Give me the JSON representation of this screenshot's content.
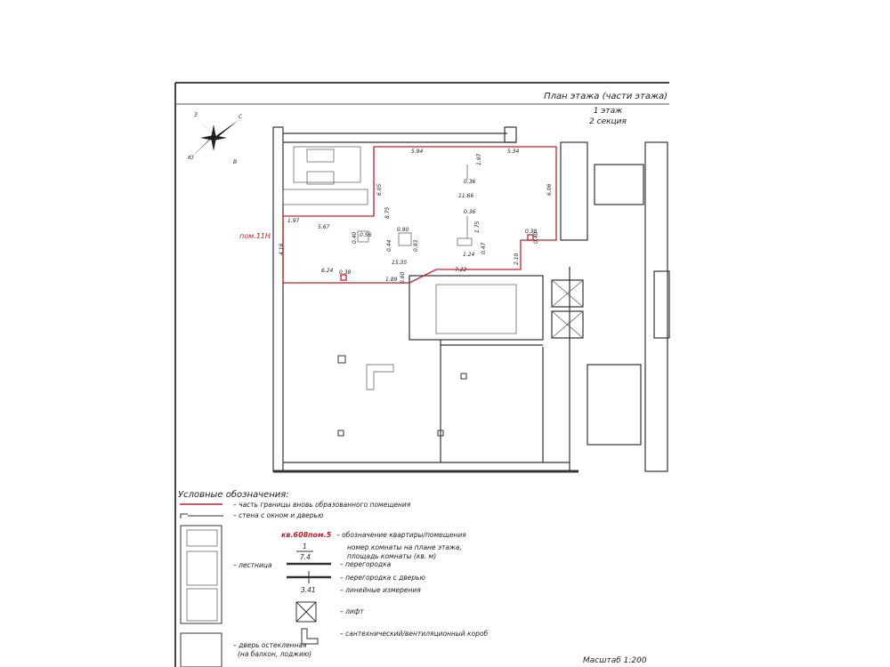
{
  "header": {
    "title": "План этажа (части этажа)",
    "floor": "1 этаж",
    "section": "2 секция"
  },
  "compass": {
    "n": "С",
    "s": "Ю",
    "w": "З",
    "e": "В"
  },
  "room_label": "пом.11Н",
  "dimensions": [
    "5.94",
    "1.97",
    "5.34",
    "0.36",
    "11.66",
    "6.05",
    "6.06",
    "0.36",
    "8.75",
    "1.97",
    "5.67",
    "0.90",
    "1.75",
    "0.38",
    "0.40",
    "0.40",
    "0.56",
    "0.44",
    "0.93",
    "0.47",
    "1.24",
    "4.16",
    "15.35",
    "2.10",
    "6.24",
    "0.38",
    "1.89",
    "7.22",
    "0.60"
  ],
  "legend": {
    "title": "Условные обозначения:",
    "items": {
      "boundary": "– часть границы вновь образованного помещения",
      "wall": "– стена с окном и дверью",
      "apt_sample": "кв.608",
      "room_sample": "пом.5",
      "apt": "– обозначение квартиры/помещения",
      "room_num_sample": "1",
      "room_area_sample": "7.4",
      "room_num_1": "номер комнаты на плане этажа,",
      "room_num_2": "площадь комнаты (кв. м)",
      "stairs": "– лестница",
      "partition": "– перегородка",
      "partition_door": "– перегородка с дверью",
      "linear_sample": "3.41",
      "linear": "– линейные измерения",
      "lift": "– лифт",
      "duct": "– сантехнический/вентиляционный короб",
      "glass_door_1": "– дверь остекленная",
      "glass_door_2": "(на балкон, лоджию)"
    }
  },
  "scale": "Масштаб 1:200",
  "colors": {
    "boundary": "#c0202a",
    "lines": "#333333"
  }
}
